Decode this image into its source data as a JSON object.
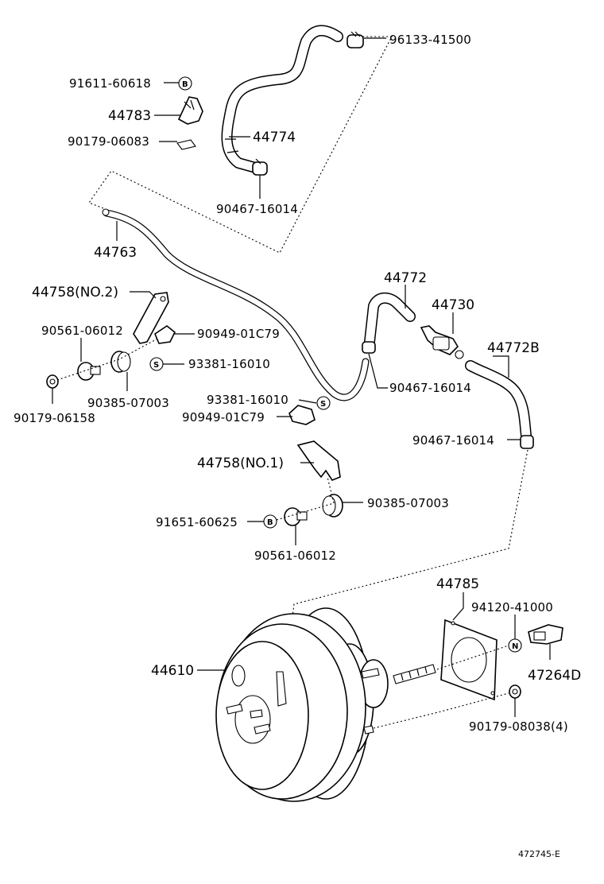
{
  "diagram_id": "472745-E",
  "symbols": {
    "bolt": "B",
    "washer": "S",
    "nut": "N"
  },
  "labels": {
    "p96133_41500": "96133-41500",
    "p91611_60618": "91611-60618",
    "p44783": "44783",
    "p44774": "44774",
    "p90179_06083": "90179-06083",
    "p90467_16014_a": "90467-16014",
    "p44763": "44763",
    "p44772": "44772",
    "p44730": "44730",
    "p44772B": "44772B",
    "p44758_no2": "44758(NO.2)",
    "p90561_06012_a": "90561-06012",
    "p90949_01C79_a": "90949-01C79",
    "p93381_16010_a": "93381-16010",
    "p90467_16014_b": "90467-16014",
    "p90385_07003_a": "90385-07003",
    "p90179_06158": "90179-06158",
    "p93381_16010_b": "93381-16010",
    "p90949_01C79_b": "90949-01C79",
    "p90467_16014_c": "90467-16014",
    "p44758_no1": "44758(NO.1)",
    "p90385_07003_b": "90385-07003",
    "p91651_60625": "91651-60625",
    "p90561_06012_b": "90561-06012",
    "p44785": "44785",
    "p94120_41000": "94120-41000",
    "p44610": "44610",
    "p47264D": "47264D",
    "p90179_08038": "90179-08038(4)"
  }
}
